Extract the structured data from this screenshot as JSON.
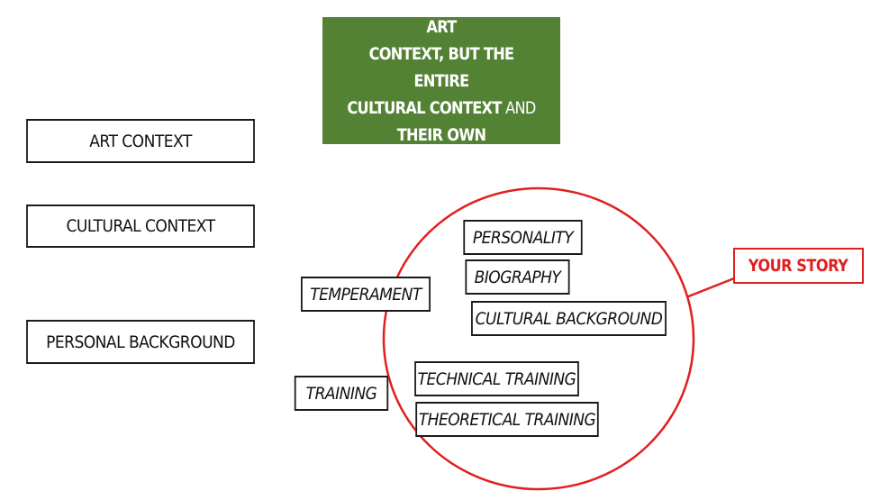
{
  "banner": {
    "line1": "YES, BUT NOT ONLY THE ART",
    "line2": "CONTEXT, BUT THE ENTIRE",
    "line3_bold": "CULTURAL CONTEXT",
    "line3_plain": " AND",
    "line4": "THEIR OWN BACKGROUND"
  },
  "left_boxes": {
    "art_context": "ART CONTEXT",
    "cultural_context": "CULTURAL CONTEXT",
    "personal_background": "PERSONAL BACKGROUND"
  },
  "middle_boxes": {
    "temperament": "TEMPERAMENT",
    "training": "TRAINING"
  },
  "circle_items": {
    "personality": "PERSONALITY",
    "biography": "BIOGRAPHY",
    "cultural_background": "CULTURAL BACKGROUND",
    "technical_training": "TECHNICAL TRAINING",
    "theoretical_training": "THEORETICAL TRAINING"
  },
  "story_label": "YOUR STORY",
  "colors": {
    "banner_bg": "#548235",
    "accent_red": "#e02020",
    "border": "#1a1a1a"
  }
}
